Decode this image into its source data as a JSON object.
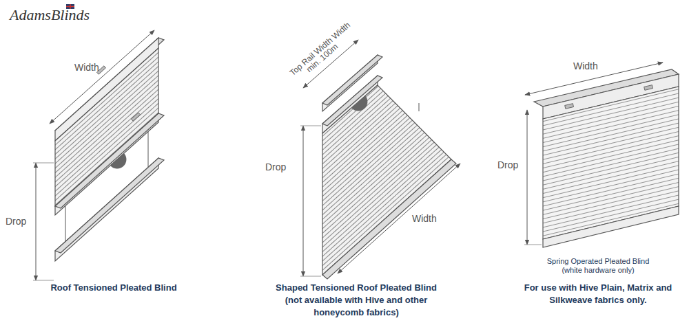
{
  "diagram": {
    "labels": [
      "AdamsBlinds",
      "Width",
      "Drop",
      "Roof Tensioned Pleated Blind",
      "Top Rail Width Width",
      "min. 100m",
      "Drop",
      "Width",
      "Shaped Tensioned Roof Pleated Blind (not available with Hive and other honeycomb fabrics)",
      "Width",
      "Drop",
      "Spring Operated Pleated Blind (white hardware only)",
      "For use with Hive Plain, Matrix and Silkweave fabrics only."
    ]
  }
}
